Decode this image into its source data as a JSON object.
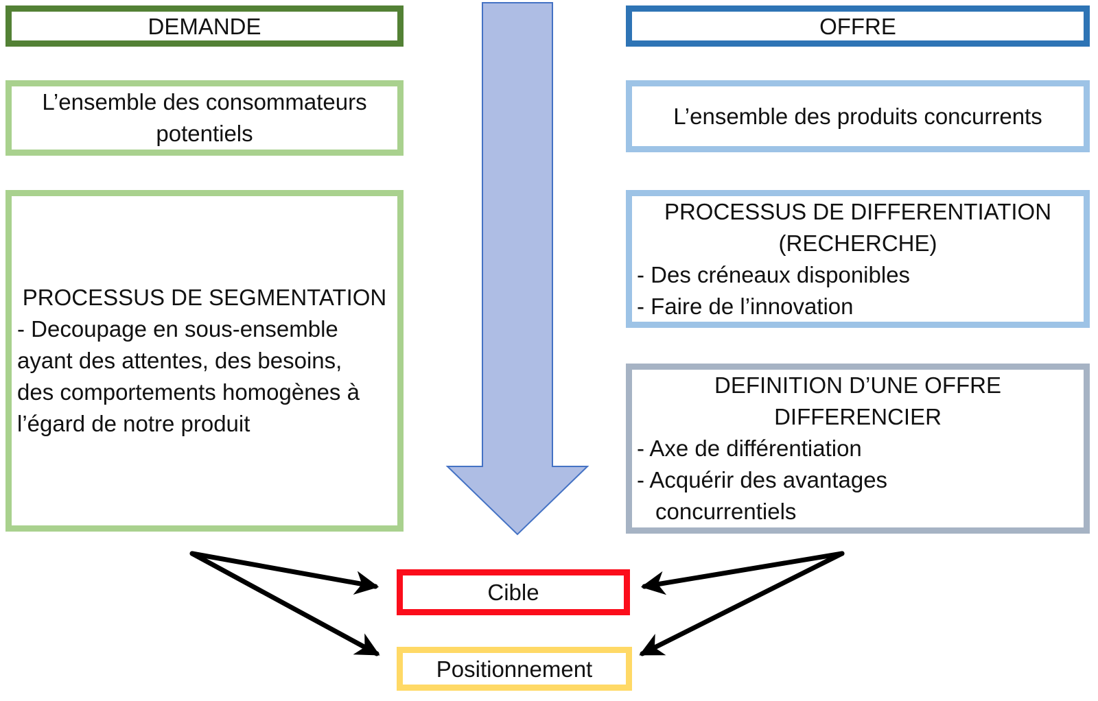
{
  "palette": {
    "green-dark": "#538135",
    "green-light": "#A9D18E",
    "blue-dark": "#2E74B5",
    "blue-light": "#9DC3E6",
    "blue-gray": "#A6B3C4",
    "red": "#FB0D1B",
    "yellow": "#FFD966",
    "arrow-fill": "#AEBDE4",
    "arrow-stroke": "#4472C4",
    "connector": "#000000",
    "text": "#111111"
  },
  "demande": {
    "title": "DEMANDE",
    "consumers_box": {
      "text": "L’ensemble des consommateurs potentiels"
    },
    "process_box": {
      "heading": "PROCESSUS DE SEGMENTATION",
      "body": "- Decoupage en sous-ensemble\nayant des attentes, des besoins,\ndes comportements homogènes à\nl’égard de notre produit"
    }
  },
  "offre": {
    "title": "OFFRE",
    "products_box": {
      "text": "L’ensemble des produits concurrents"
    },
    "process_box": {
      "heading": "PROCESSUS DE DIFFERENTIATION\n(RECHERCHE)",
      "bullets": [
        "- Des créneaux disponibles",
        "- Faire de l’innovation"
      ]
    },
    "definition_box": {
      "heading": "DEFINITION D’UNE OFFRE\nDIFFERENCIER",
      "bullets": [
        "- Axe de différentiation",
        "- Acquérir des avantages\nconcurrentiels"
      ]
    }
  },
  "targets": {
    "cible": "Cible",
    "positionnement": "Positionnement"
  }
}
